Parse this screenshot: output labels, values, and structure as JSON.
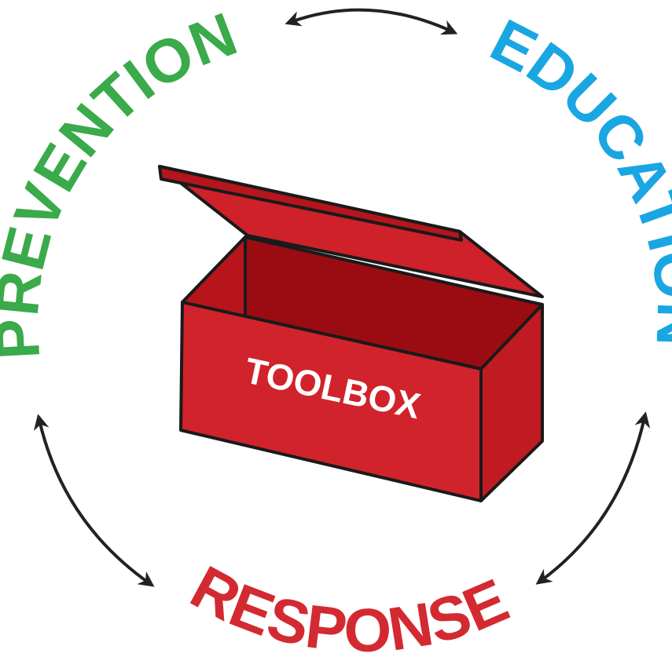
{
  "labels": {
    "prevention": "PREVENTION",
    "education": "EDUCATION",
    "response": "RESPONSE",
    "toolbox": "TOOLBOX"
  },
  "colors": {
    "prevention": "#3aaa4a",
    "education": "#1aa6e2",
    "response": "#d32a32",
    "box_red": "#d1232b",
    "box_dark": "#9b0c12",
    "arrow": "#222222"
  }
}
